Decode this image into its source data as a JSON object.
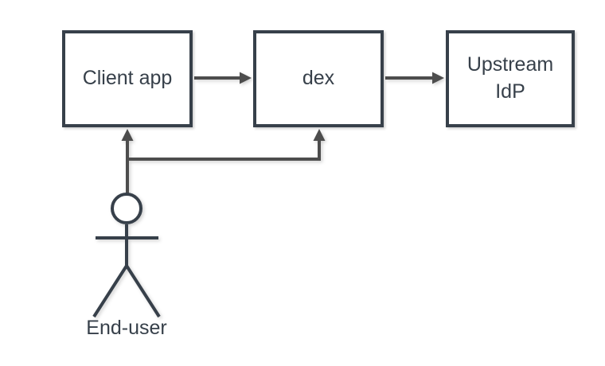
{
  "diagram": {
    "type": "flow-diagram",
    "background_color": "#ffffff",
    "colors": {
      "node_border": "#37404a",
      "node_fill": "#ffffff",
      "text": "#37404a",
      "edge": "#4d4d4d"
    },
    "nodes": [
      {
        "id": "client-app",
        "label": "Client app"
      },
      {
        "id": "dex",
        "label": "dex"
      },
      {
        "id": "upstream-idp",
        "label": "Upstream IdP"
      }
    ],
    "actor": {
      "id": "end-user",
      "label": "End-user"
    },
    "edges": [
      {
        "from": "client-app",
        "to": "dex"
      },
      {
        "from": "dex",
        "to": "upstream-idp"
      },
      {
        "from": "end-user",
        "to": "client-app"
      },
      {
        "from": "end-user",
        "to": "dex"
      }
    ]
  }
}
